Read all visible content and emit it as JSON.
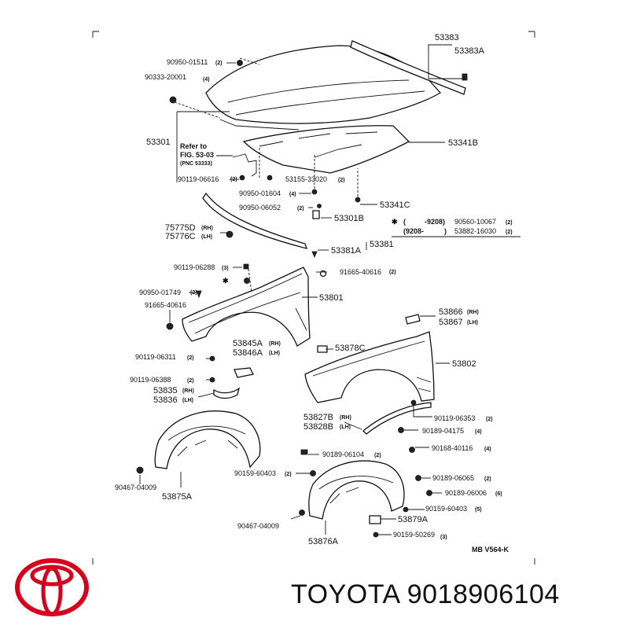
{
  "brand": {
    "name": "TOYOTA",
    "part_number": "9018906104",
    "logo_color": "#d6001c"
  },
  "diagram": {
    "code": "MB  V564-K",
    "refer_to": [
      "Refer to",
      "FIG. 53-03",
      "(PNC 53333)"
    ],
    "note_row1": [
      "(",
      "-9208)",
      "90560-10067",
      "(2)"
    ],
    "note_row2": [
      "(9208-",
      ")",
      "53882-16030",
      "(2)"
    ],
    "labels": [
      {
        "id": "l01",
        "text": "53383"
      },
      {
        "id": "l02",
        "text": "53383A"
      },
      {
        "id": "l03",
        "text": "90950-01511"
      },
      {
        "id": "l04",
        "text": "(2)"
      },
      {
        "id": "l05",
        "text": "90333-20001"
      },
      {
        "id": "l06",
        "text": "(4)"
      },
      {
        "id": "l07",
        "text": "53301"
      },
      {
        "id": "l08",
        "text": "53341B"
      },
      {
        "id": "l09",
        "text": "90119-06616"
      },
      {
        "id": "l10",
        "text": "(2)"
      },
      {
        "id": "l11",
        "text": "53155-33020"
      },
      {
        "id": "l12",
        "text": "(2)"
      },
      {
        "id": "l13",
        "text": "90950-01604"
      },
      {
        "id": "l14",
        "text": "(4)"
      },
      {
        "id": "l15",
        "text": "90950-06052"
      },
      {
        "id": "l16",
        "text": "(2)"
      },
      {
        "id": "l17",
        "text": "53341C"
      },
      {
        "id": "l18",
        "text": "53301B"
      },
      {
        "id": "l19",
        "text": "75775D"
      },
      {
        "id": "l20",
        "text": "(RH)"
      },
      {
        "id": "l21",
        "text": "75776C"
      },
      {
        "id": "l22",
        "text": "(LH)"
      },
      {
        "id": "l23",
        "text": "53381A"
      },
      {
        "id": "l24",
        "text": "53381"
      },
      {
        "id": "l25",
        "text": "90119-06288"
      },
      {
        "id": "l26",
        "text": "(3)"
      },
      {
        "id": "l27",
        "text": "91665-40616"
      },
      {
        "id": "l28",
        "text": "(2)"
      },
      {
        "id": "l29",
        "text": "90950-01749"
      },
      {
        "id": "l30",
        "text": "(2)"
      },
      {
        "id": "l31",
        "text": "91665-40616"
      },
      {
        "id": "l32",
        "text": "53801"
      },
      {
        "id": "l33",
        "text": "53866"
      },
      {
        "id": "l34",
        "text": "(RH)"
      },
      {
        "id": "l35",
        "text": "53867"
      },
      {
        "id": "l36",
        "text": "(LH)"
      },
      {
        "id": "l37",
        "text": "53845A"
      },
      {
        "id": "l38",
        "text": "(RH)"
      },
      {
        "id": "l39",
        "text": "53846A"
      },
      {
        "id": "l40",
        "text": "(LH)"
      },
      {
        "id": "l41",
        "text": "53878C"
      },
      {
        "id": "l42",
        "text": "90119-06311"
      },
      {
        "id": "l43",
        "text": "(2)"
      },
      {
        "id": "l44",
        "text": "53802"
      },
      {
        "id": "l45",
        "text": "90119-06388"
      },
      {
        "id": "l46",
        "text": "(2)"
      },
      {
        "id": "l47",
        "text": "53835"
      },
      {
        "id": "l48",
        "text": "(RH)"
      },
      {
        "id": "l49",
        "text": "53836"
      },
      {
        "id": "l50",
        "text": "(LH)"
      },
      {
        "id": "l51",
        "text": "53827B"
      },
      {
        "id": "l52",
        "text": "(RH)"
      },
      {
        "id": "l53",
        "text": "53828B"
      },
      {
        "id": "l54",
        "text": "(LH)"
      },
      {
        "id": "l55",
        "text": "90119-06353"
      },
      {
        "id": "l56",
        "text": "(2)"
      },
      {
        "id": "l57",
        "text": "90189-04175"
      },
      {
        "id": "l58",
        "text": "(4)"
      },
      {
        "id": "l59",
        "text": "90168-40116"
      },
      {
        "id": "l60",
        "text": "(4)"
      },
      {
        "id": "l61",
        "text": "90189-06104"
      },
      {
        "id": "l62",
        "text": "(2)"
      },
      {
        "id": "l63",
        "text": "90467-04009"
      },
      {
        "id": "l64",
        "text": "90159-60403"
      },
      {
        "id": "l65",
        "text": "(2)"
      },
      {
        "id": "l66",
        "text": "90189-06065"
      },
      {
        "id": "l67",
        "text": "(2)"
      },
      {
        "id": "l68",
        "text": "53875A"
      },
      {
        "id": "l69",
        "text": "90189-06006"
      },
      {
        "id": "l70",
        "text": "(6)"
      },
      {
        "id": "l71",
        "text": "90159-60403"
      },
      {
        "id": "l72",
        "text": "(5)"
      },
      {
        "id": "l73",
        "text": "53879A"
      },
      {
        "id": "l74",
        "text": "90467-04009"
      },
      {
        "id": "l75",
        "text": "53876A"
      },
      {
        "id": "l76",
        "text": "90159-50269"
      },
      {
        "id": "l77",
        "text": "(3)"
      }
    ]
  }
}
